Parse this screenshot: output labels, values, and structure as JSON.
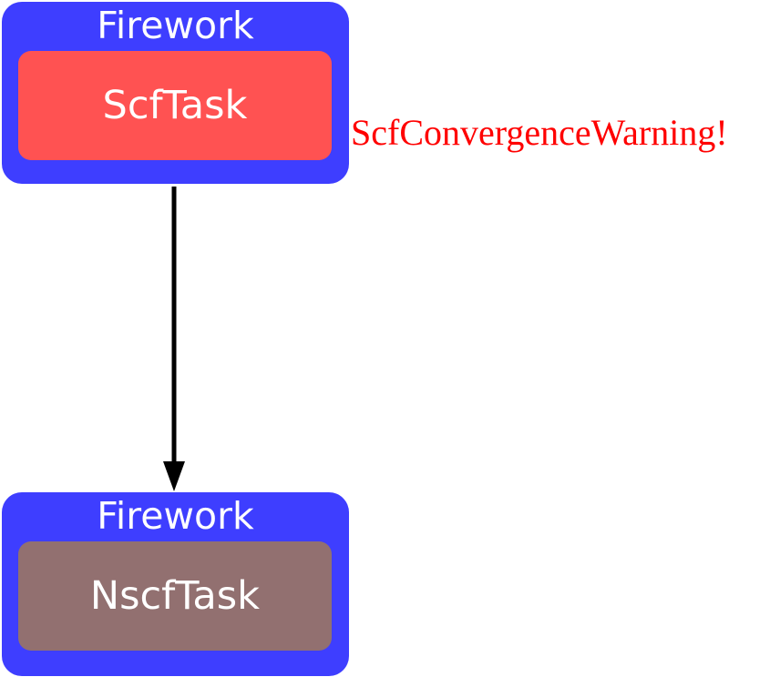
{
  "nodes": [
    {
      "container_label": "Firework",
      "task_label": "ScfTask",
      "task_color": "#ff5252"
    },
    {
      "container_label": "Firework",
      "task_label": "NscfTask",
      "task_color": "#927070"
    }
  ],
  "annotation": {
    "text": "ScfConvergenceWarning!",
    "color": "#ff0000"
  },
  "colors": {
    "container": "#3e3eff",
    "edge": "#000000"
  }
}
